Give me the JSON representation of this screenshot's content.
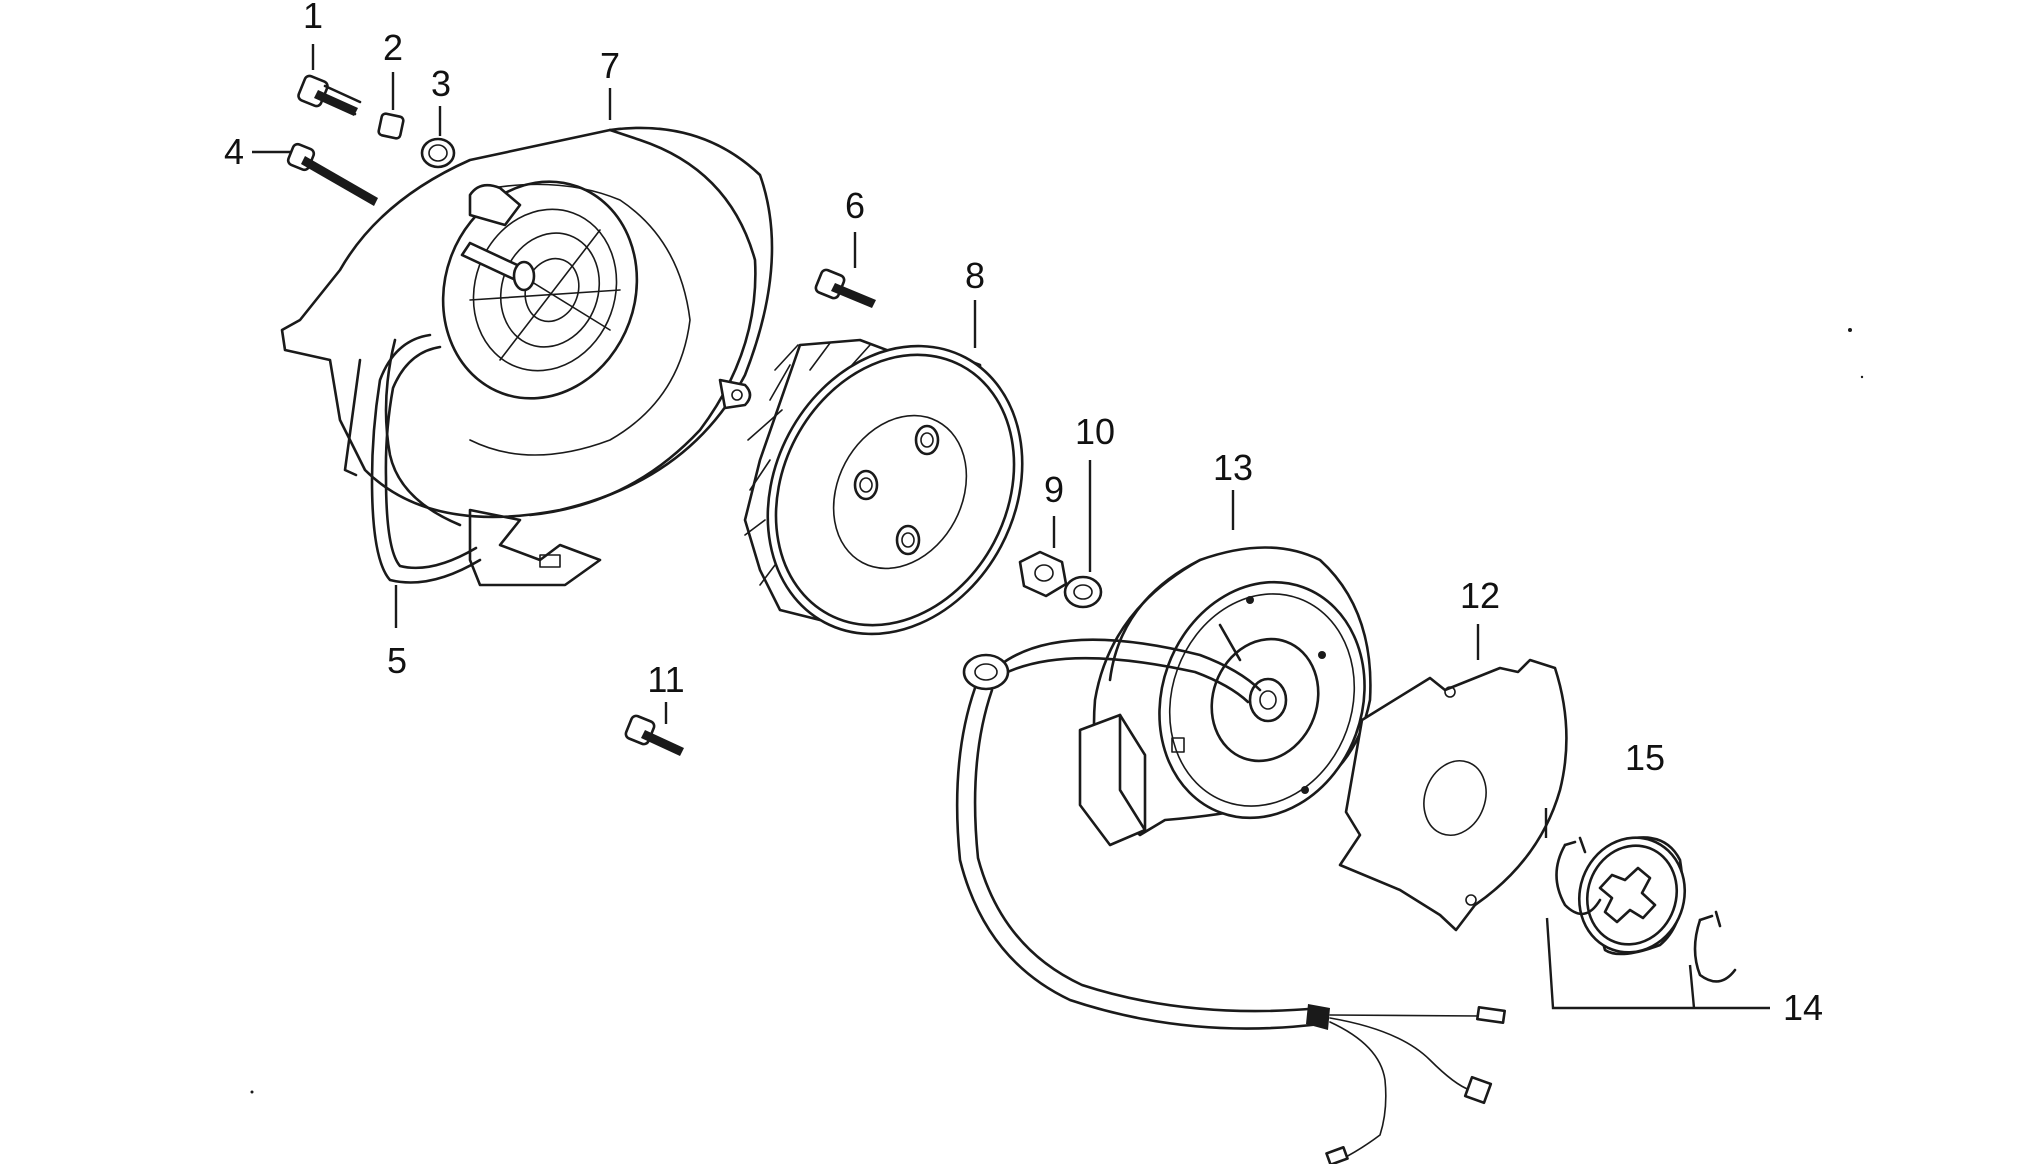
{
  "callouts": [
    {
      "id": "p1",
      "label": "1"
    },
    {
      "id": "p2",
      "label": "2"
    },
    {
      "id": "p3",
      "label": "3"
    },
    {
      "id": "p4",
      "label": "4"
    },
    {
      "id": "p5",
      "label": "5"
    },
    {
      "id": "p6",
      "label": "6"
    },
    {
      "id": "p7",
      "label": "7"
    },
    {
      "id": "p8",
      "label": "8"
    },
    {
      "id": "p9",
      "label": "9"
    },
    {
      "id": "p10",
      "label": "10"
    },
    {
      "id": "p11",
      "label": "11"
    },
    {
      "id": "p12",
      "label": "12"
    },
    {
      "id": "p13",
      "label": "13"
    },
    {
      "id": "p14",
      "label": "14"
    },
    {
      "id": "p15",
      "label": "15"
    }
  ]
}
